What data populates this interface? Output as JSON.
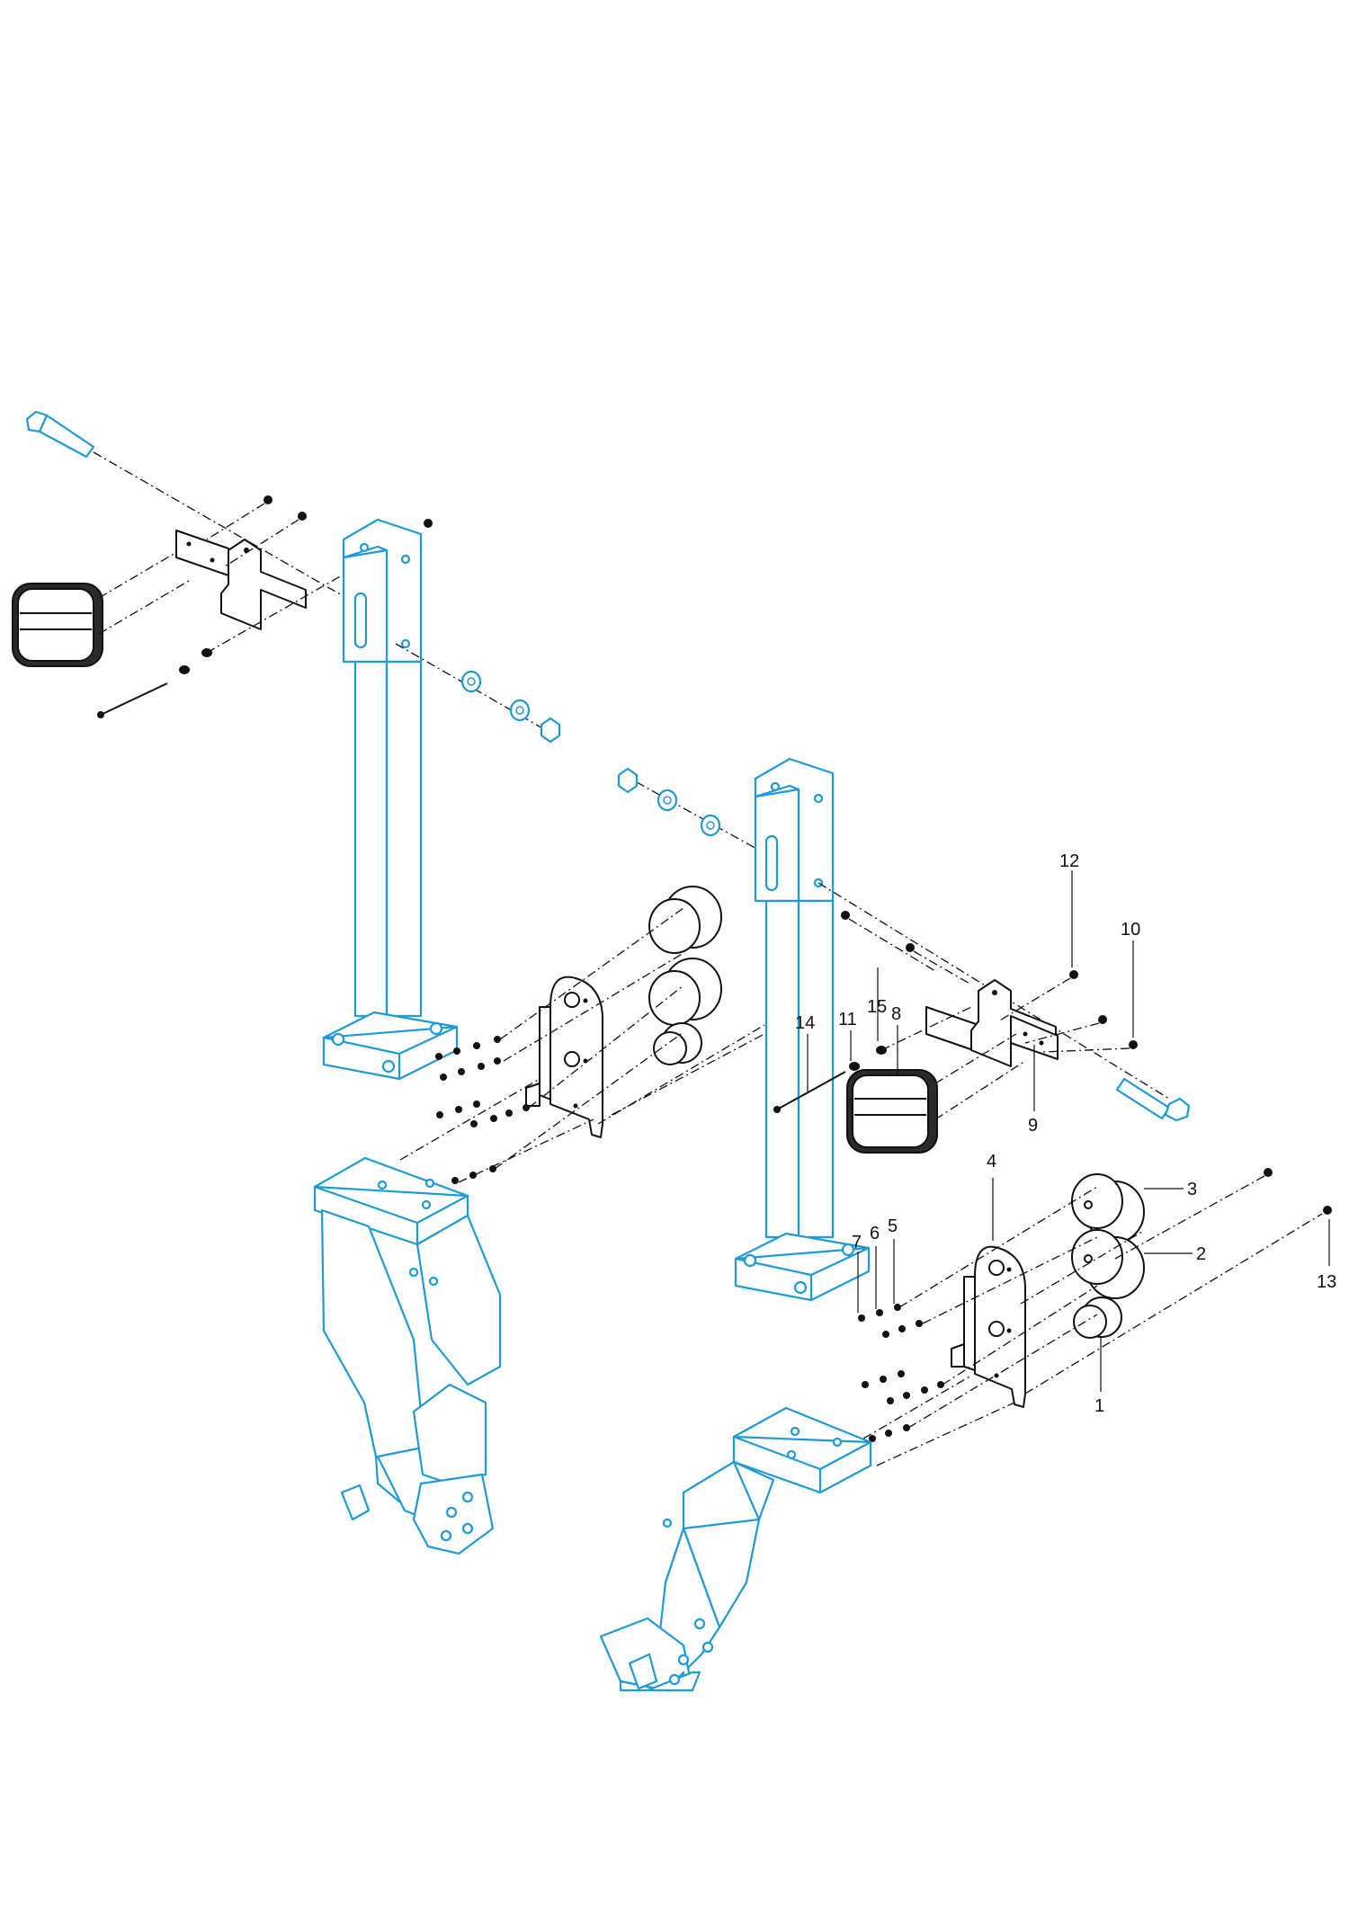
{
  "callouts": [
    "1",
    "2",
    "3",
    "4",
    "5",
    "6",
    "7",
    "8",
    "9",
    "10",
    "11",
    "12",
    "13",
    "14",
    "15"
  ],
  "colors": {
    "frame_parts": "#1e9ad6",
    "hardware": "#111111",
    "background": "#ffffff"
  }
}
